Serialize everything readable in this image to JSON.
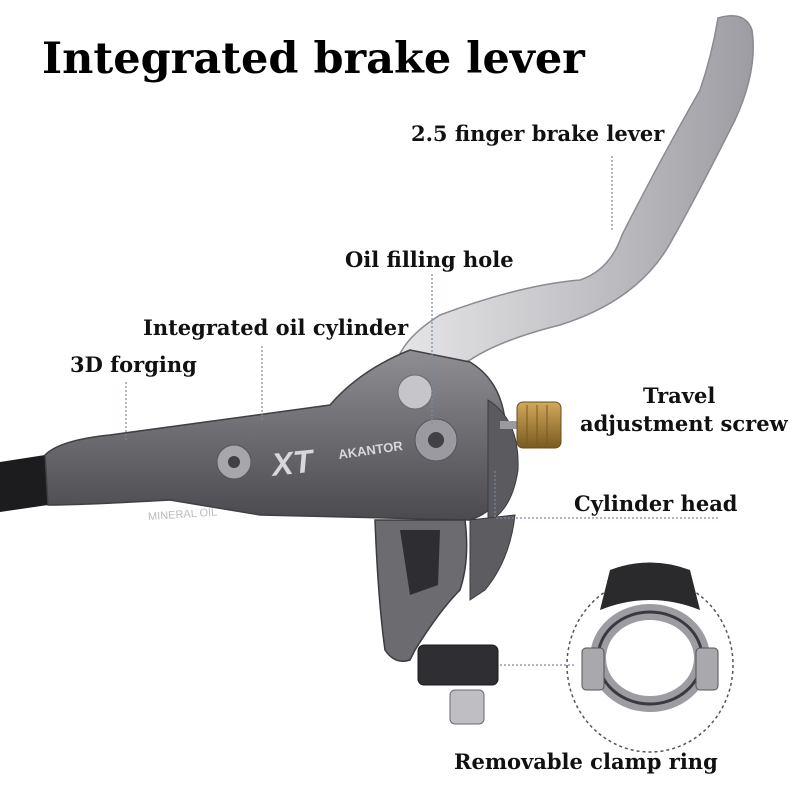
{
  "title": "Integrated brake lever",
  "labels": {
    "finger_lever": "2.5 finger brake lever",
    "oil_hole": "Oil filling hole",
    "oil_cylinder": "Integrated oil cylinder",
    "forging": "3D forging",
    "travel_line1": "Travel",
    "travel_line2": "adjustment screw",
    "cylinder_head": "Cylinder head",
    "clamp_ring": "Removable clamp ring"
  },
  "engravings": {
    "brand": "XT",
    "model": "AKANTOR",
    "fluid": "MINERAL OIL"
  },
  "colors": {
    "lever_silver": "#c9c9cc",
    "body_gray": "#6e6e72",
    "screw_brass": "#a8863e",
    "leader_line": "#7a8aa0"
  }
}
